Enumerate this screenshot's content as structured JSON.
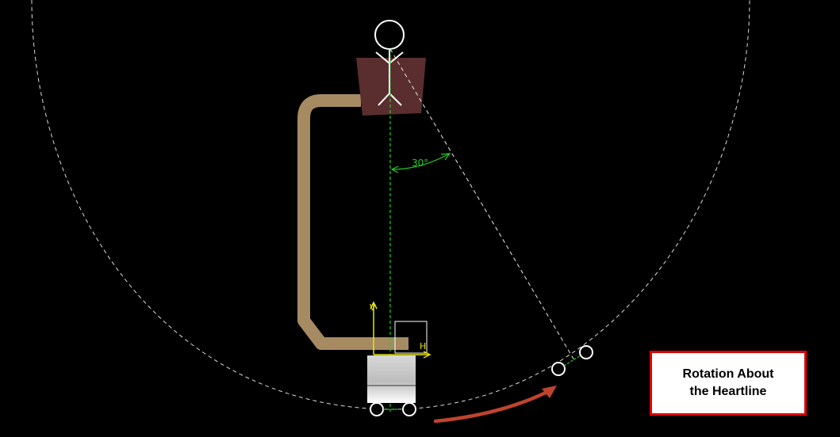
{
  "angle_label": "30°",
  "axis_v_label": "V",
  "axis_h_label": "H",
  "callout": {
    "line1": "Rotation About",
    "line2": "the Heartline"
  },
  "colors": {
    "background": "#000000",
    "heartline": "#22cc22",
    "dashed_path": "#ffffff",
    "seat": "#5a2e2e",
    "restraint_bar": "#a58a62",
    "axis": "#e6e600",
    "arrow": "#c0432e",
    "callout_border": "#e00000"
  }
}
